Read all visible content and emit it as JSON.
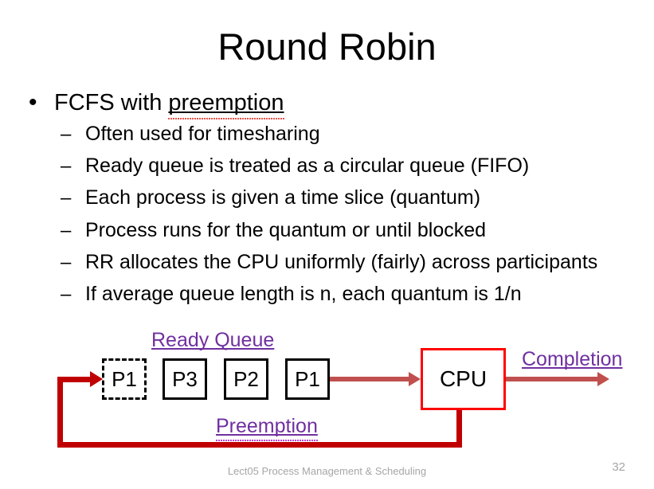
{
  "slide": {
    "title": "Round Robin",
    "footer": "Lect05 Process Management & Scheduling",
    "page_number": "32"
  },
  "body": {
    "level1": {
      "marker": "•",
      "text_before": "FCFS with ",
      "emphasis": "preemption"
    },
    "level2_marker": "–",
    "level2_items": [
      {
        "text": "Often used for timesharing"
      },
      {
        "text": "Ready queue is treated as a circular queue (FIFO)"
      },
      {
        "text": "Each process is given a time slice (quantum)"
      },
      {
        "text": "Process runs for the quantum or until blocked"
      },
      {
        "text": "RR allocates the CPU uniformly (fairly) across participants"
      },
      {
        "text": "If average queue length is n, each quantum is 1/n"
      }
    ]
  },
  "diagram": {
    "ready_queue_label": "Ready Queue",
    "completion_label": "Completion",
    "preemption_label": "Preemption",
    "cpu_label": "CPU",
    "queue_boxes": [
      {
        "label": "P1",
        "style": "dashed"
      },
      {
        "label": "P3",
        "style": "solid"
      },
      {
        "label": "P2",
        "style": "solid"
      },
      {
        "label": "P1",
        "style": "solid"
      }
    ]
  },
  "colors": {
    "label_purple": "#7030A0",
    "cpu_border_red": "#FF0000",
    "flow_arrow_red": "#C0504D",
    "feedback_loop_red": "#C00000",
    "text_black": "#000000",
    "footer_gray": "#A6A6A6",
    "spellcheck_red": "#E03A30"
  }
}
